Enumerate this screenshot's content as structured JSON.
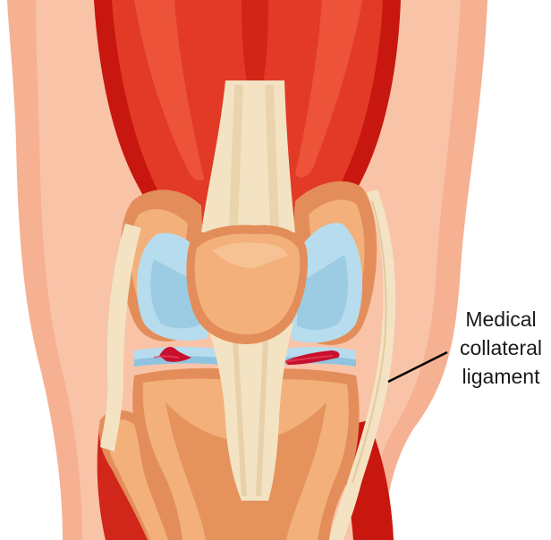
{
  "label": {
    "lines": [
      "Medical",
      "collateral",
      "ligament"
    ]
  },
  "colors": {
    "skin_outer": "#f6b092",
    "skin_inner": "#f9c3a8",
    "muscle_dark": "#c8170f",
    "muscle": "#e23a26",
    "muscle_light": "#ef5a3e",
    "tendon": "#f3e3c3",
    "tendon_shade": "#e2c9a0",
    "bone": "#f3b07a",
    "bone_shade": "#e38e5a",
    "bone_dark": "#d87a44",
    "cartilage": "#b7dcee",
    "cartilage_shade": "#8fc4e0",
    "tear": "#c8102e",
    "leader_line": "#000000"
  },
  "icons": {
    "anatomy": "knee-joint-illustration"
  }
}
